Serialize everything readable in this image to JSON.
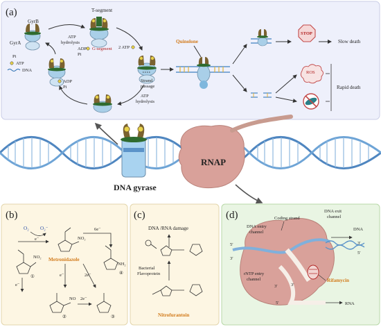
{
  "panel_a": {
    "letter": "(a)",
    "cycle_labels": {
      "gyrb": "GyrB",
      "gyra": "GyrA",
      "t_segment": "T-segment",
      "atp_hydrolysis_1": "ATP",
      "atp_hydrolysis_1b": "hydrolysis",
      "adp_pi_1": "ADP",
      "pi_1": "Pi",
      "g_segment": "G-segment",
      "two_atp": "2 ATP",
      "pi_left": "Pi",
      "atp_left": "ATP",
      "dna_left": "DNA",
      "adp_2": "ADP",
      "pi_2": "Pi",
      "strand_passage_1": "Strand",
      "strand_passage_2": "passage",
      "atp_hydrolysis_2": "ATP",
      "atp_hydrolysis_2b": "hydrolysis"
    },
    "quinolone": "Quinolone",
    "stop": "STOP",
    "ros": "ROS",
    "slow_death": "Slow death",
    "rapid_death": "Rapid death"
  },
  "middle": {
    "dna_gyrase": "DNA gyrase",
    "rnap": "RNAP"
  },
  "panel_b": {
    "letter": "(b)",
    "o2": "O₂",
    "o2_radical": "O₂⁻",
    "e1": "e⁻",
    "six_e": "6e⁻",
    "two_e_a": "2e⁻",
    "two_e_b": "2e⁻",
    "e2": "e⁻",
    "e3": "e⁻",
    "metronidazole": "Metronidazole",
    "n1": "①",
    "n2": "②",
    "n3": "③",
    "n4": "④",
    "no2": "NO₂",
    "nh2": "NH₂",
    "no": "NO"
  },
  "panel_c": {
    "letter": "(c)",
    "damage": "DNA /RNA damage",
    "bacterial": "Bacterial",
    "flavoprotein": "Flavoprotein",
    "nitrofurantoin": "Nitrofurantoin"
  },
  "panel_d": {
    "letter": "(d)",
    "coding_strand": "Coding strand",
    "dna_exit_1": "DNA exit",
    "dna_exit_2": "channel",
    "dna_out": "DNA",
    "dna_entry_1": "DNA entry",
    "dna_entry_2": "channel",
    "ntp_1": "rNTP entry",
    "ntp_2": "channel",
    "rifamycin": "Rifamycin",
    "rna": "RNA",
    "p5a": "5′",
    "p3a": "3′",
    "p5b": "5′",
    "p3b": "3′",
    "p3c": "3′",
    "p5c": "5′",
    "p3d": "3′"
  },
  "colors": {
    "panel_a_bg": "#eef0fb",
    "panel_b_bg": "#fdf6e3",
    "panel_c_bg": "#fdf6e3",
    "panel_d_bg": "#e9f5e3",
    "dna_blue": "#5b93c9",
    "rnap": "#d9a19a",
    "gyrase_body": "#a9cfe8",
    "gyrase_head": "#7a6230",
    "orange": "#d27a1a"
  }
}
